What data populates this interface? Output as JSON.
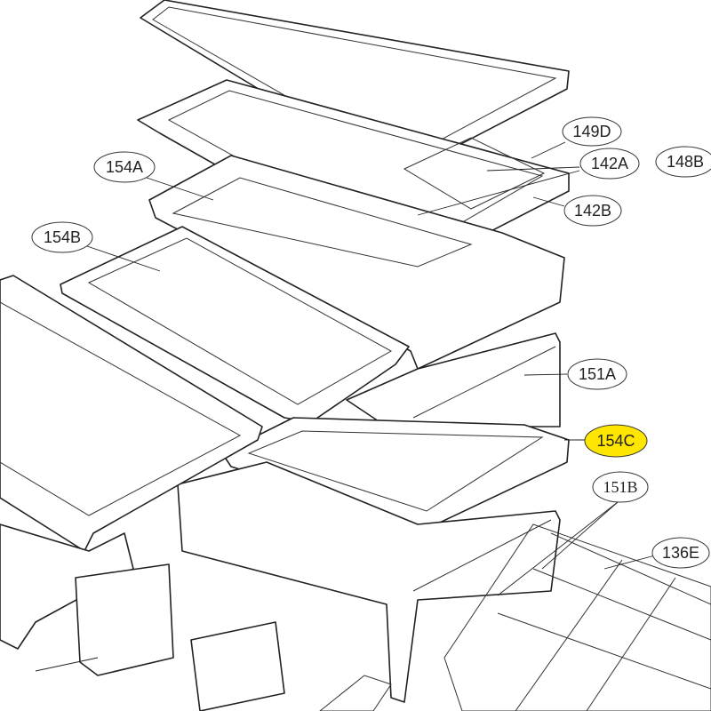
{
  "labels": {
    "l154A": "154A",
    "l154B": "154B",
    "l149D": "149D",
    "l142A": "142A",
    "l148B": "148B",
    "l142B": "142B",
    "l151A": "151A",
    "l154C": "154C",
    "l151B": "151B",
    "l136E": "136E"
  },
  "highlight_color": "#ffe600"
}
